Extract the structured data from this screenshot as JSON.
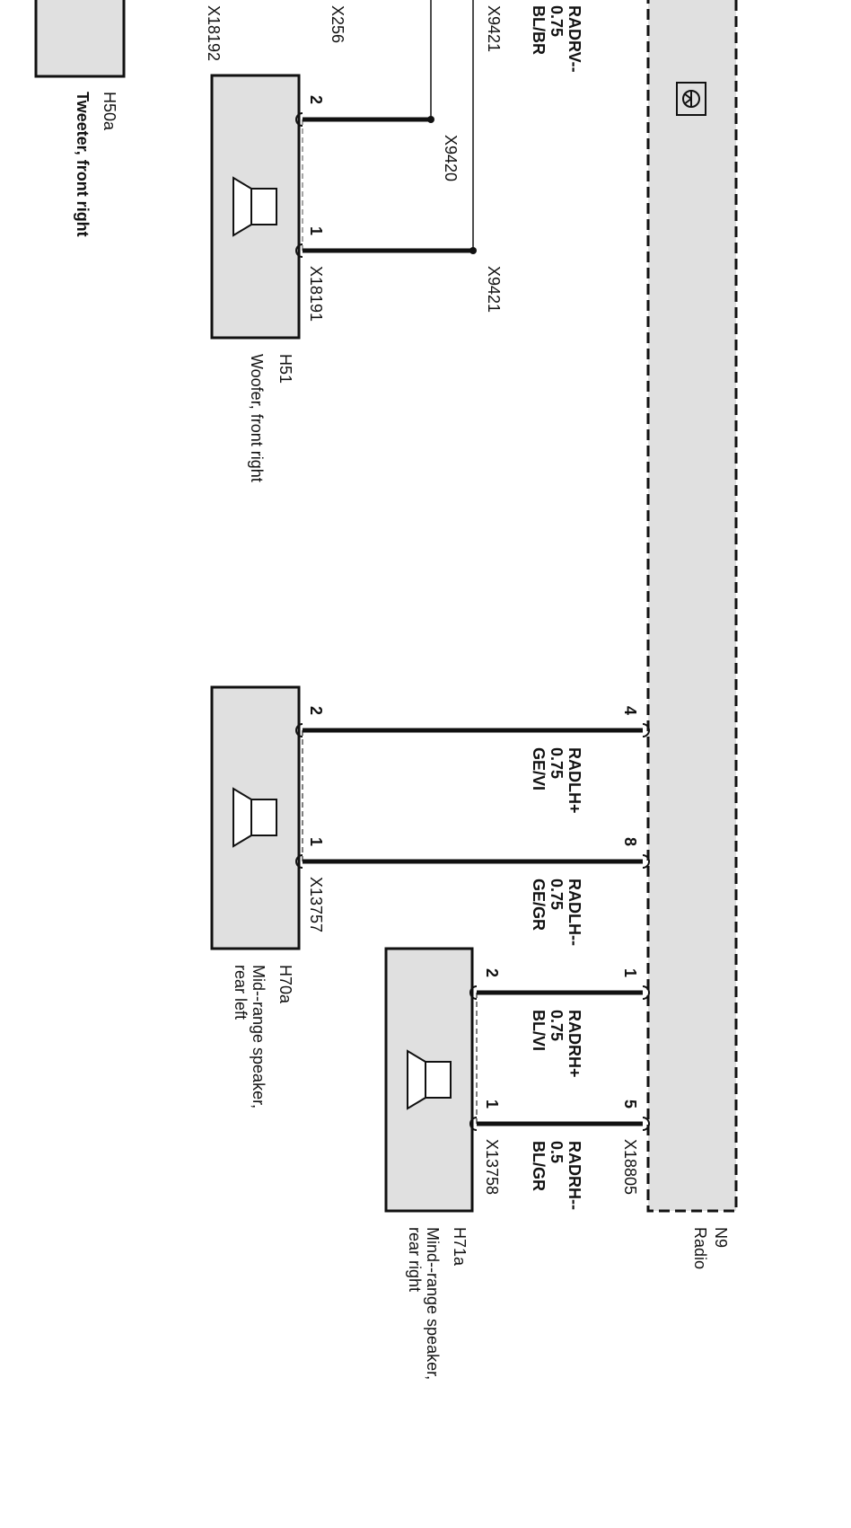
{
  "radio": {
    "id": "N9",
    "name": "Radio",
    "connector": "X18805"
  },
  "speakers": {
    "tweeter_front_right": {
      "id": "H50a",
      "name": "Tweeter, front right",
      "connector": "X18192"
    },
    "woofer_front_right": {
      "id": "H51",
      "name": "Woofer, front right",
      "connector": "X18191",
      "pin1": "1",
      "pin2": "2"
    },
    "midrange_rear_left": {
      "id": "H70a",
      "name_line1": "Mid--range speaker,",
      "name_line2": "rear left",
      "connector": "X13757",
      "pin1": "1",
      "pin2": "2"
    },
    "midrange_rear_right": {
      "id": "H71a",
      "name_line1": "Mind--range speaker,",
      "name_line2": "rear right",
      "connector": "X13758",
      "pin1": "1",
      "pin2": "2"
    }
  },
  "connectors": {
    "x256": "X256",
    "x9421_top": "X9421",
    "x9420": "X9420",
    "x9421_mid": "X9421"
  },
  "wires": {
    "radrv_minus": {
      "signal": "RADRV--",
      "gauge": "0.75",
      "color": "BL/BR"
    },
    "radlh_plus": {
      "signal": "RADLH+",
      "gauge": "0.75",
      "color": "GE/VI",
      "radio_pin": "4"
    },
    "radlh_minus": {
      "signal": "RADLH--",
      "gauge": "0.75",
      "color": "GE/GR",
      "radio_pin": "8"
    },
    "radrh_plus": {
      "signal": "RADRH+",
      "gauge": "0.75",
      "color": "BL/VI",
      "radio_pin": "1"
    },
    "radrh_minus": {
      "signal": "RADRH--",
      "gauge": "0.5",
      "color": "BL/GR",
      "radio_pin": "5"
    }
  },
  "colors": {
    "component_fill": "#e0e0e0",
    "wire": "#111111"
  }
}
